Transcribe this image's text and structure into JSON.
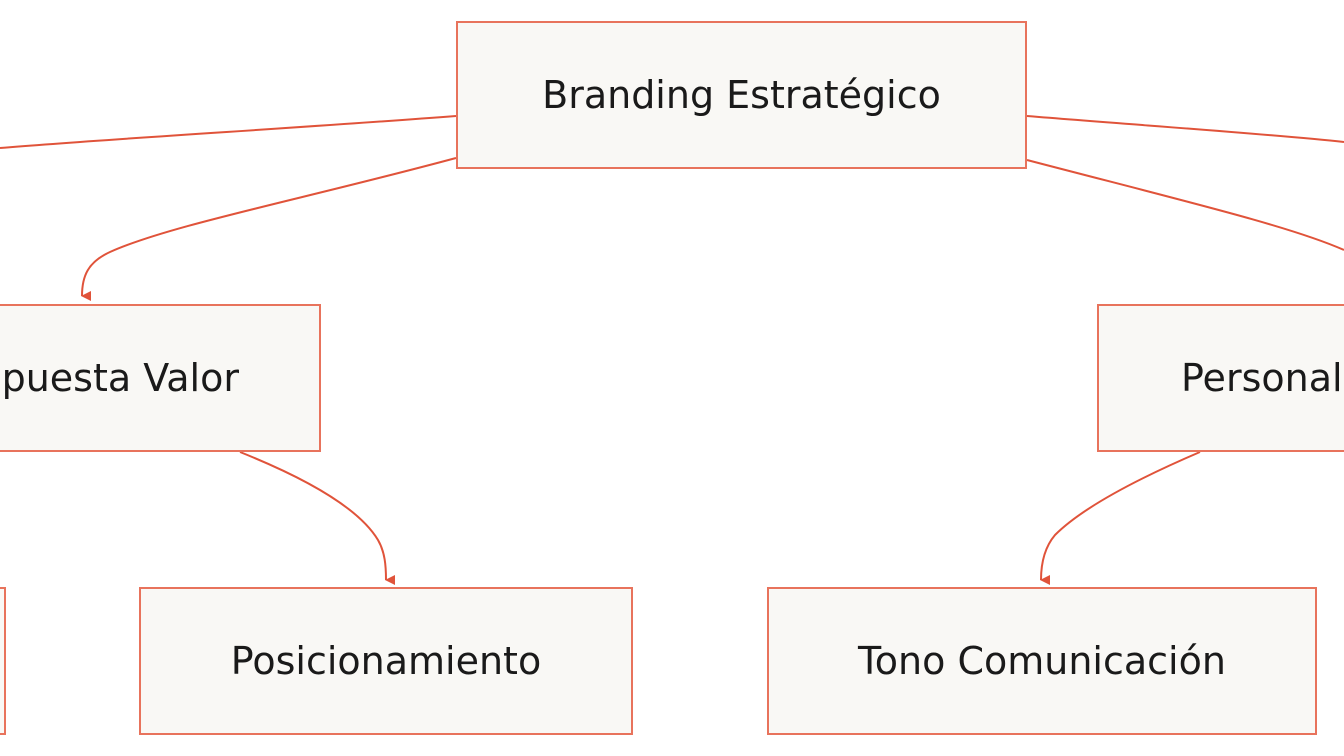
{
  "diagram": {
    "type": "flowchart-tree",
    "colors": {
      "node_fill": "#f9f8f5",
      "node_border": "#e8735c",
      "edge": "#e0533a",
      "text": "#1a1a1a"
    },
    "nodes": [
      {
        "id": "root",
        "label": "Branding Estratégico"
      },
      {
        "id": "propuesta",
        "label": "puesta Valor"
      },
      {
        "id": "personalidad",
        "label": "Personal"
      },
      {
        "id": "posicionamiento",
        "label": "Posicionamiento"
      },
      {
        "id": "tono",
        "label": "Tono Comunicación"
      },
      {
        "id": "left-partial",
        "label": ""
      }
    ],
    "edges": [
      {
        "from": "root",
        "to": "propuesta"
      },
      {
        "from": "root",
        "to": "personalidad"
      },
      {
        "from": "root",
        "to": "offscreen-left"
      },
      {
        "from": "root",
        "to": "offscreen-right"
      },
      {
        "from": "propuesta",
        "to": "posicionamiento"
      },
      {
        "from": "personalidad",
        "to": "tono"
      }
    ]
  }
}
